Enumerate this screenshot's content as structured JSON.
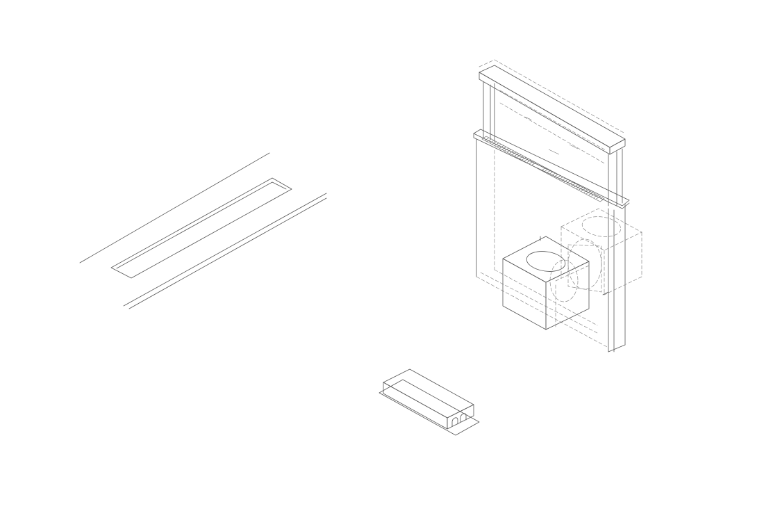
{
  "colors": {
    "background": "#ffffff",
    "line": "#555555",
    "hidden_line": "#8a8a8a",
    "grille": "#6a6a6a"
  },
  "components": [
    {
      "id": "countertop-cutout",
      "label": ""
    },
    {
      "id": "downdraft-hood",
      "label": ""
    },
    {
      "id": "control-box",
      "label": ""
    }
  ]
}
